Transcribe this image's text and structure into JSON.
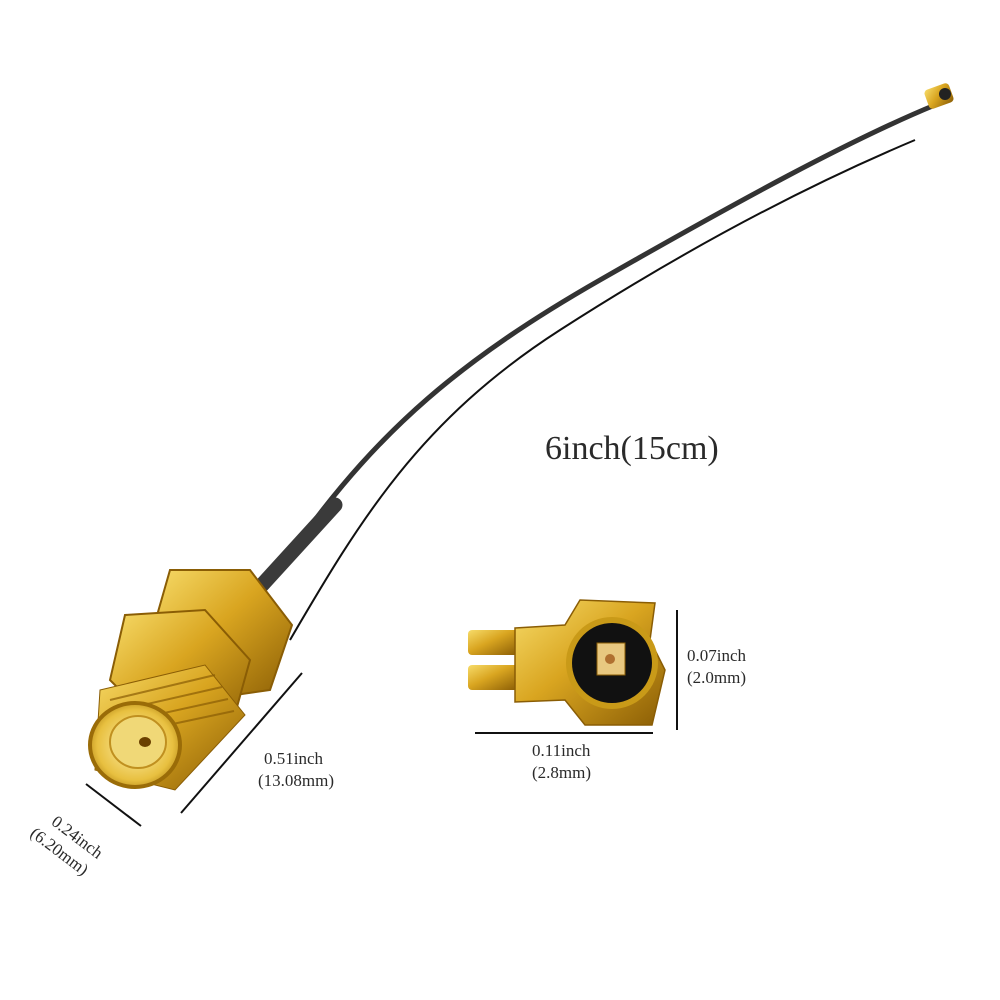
{
  "length_label": "6inch(15cm)",
  "dims": {
    "sma_length": {
      "inch": "0.51inch",
      "mm": "(13.08mm)"
    },
    "sma_diameter": {
      "inch": "0.24inch",
      "mm": "(6.20mm)"
    },
    "ufl_height": {
      "inch": "0.07inch",
      "mm": "(2.0mm)"
    },
    "ufl_width": {
      "inch": "0.11inch",
      "mm": "(2.8mm)"
    }
  },
  "colors": {
    "gold": "#d9a520",
    "gold_dark": "#9a6c08",
    "cable": "#2a2a2a"
  }
}
